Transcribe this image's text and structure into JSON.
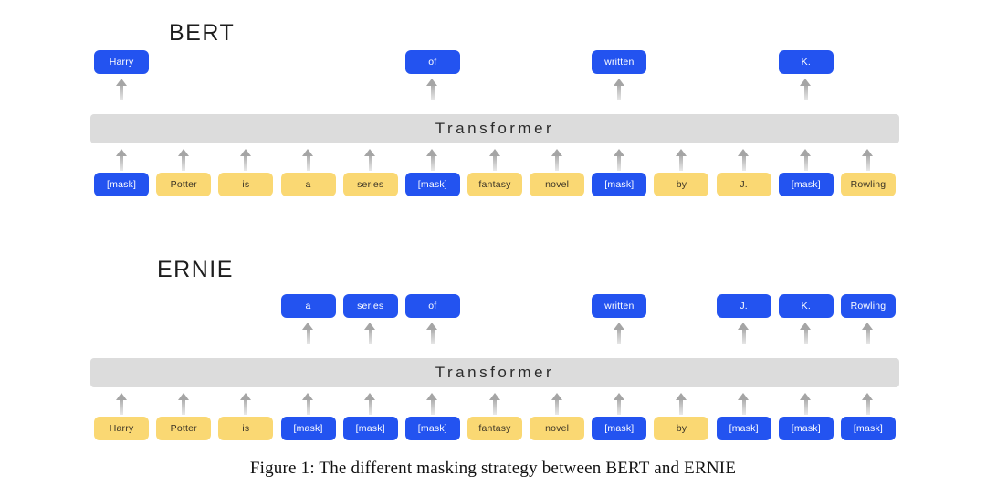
{
  "caption": "Figure 1: The different masking strategy between BERT and ERNIE",
  "transformer_label": "Transformer",
  "colors": {
    "mask_blue": "#2353f0",
    "token_yellow": "#fad873",
    "transformer_gray": "#dcdcdc",
    "arrow_gray": "#a5a5a5",
    "background": "#ffffff"
  },
  "sections": [
    {
      "title": "BERT",
      "transformer_label": "Transformer",
      "predictions": [
        {
          "label": "Harry",
          "column": 1,
          "show": true
        },
        {
          "label": "",
          "column": 2,
          "show": false
        },
        {
          "label": "",
          "column": 3,
          "show": false
        },
        {
          "label": "",
          "column": 4,
          "show": false
        },
        {
          "label": "",
          "column": 5,
          "show": false
        },
        {
          "label": "of",
          "column": 6,
          "show": true
        },
        {
          "label": "",
          "column": 7,
          "show": false
        },
        {
          "label": "",
          "column": 8,
          "show": false
        },
        {
          "label": "written",
          "column": 9,
          "show": true
        },
        {
          "label": "",
          "column": 10,
          "show": false
        },
        {
          "label": "",
          "column": 11,
          "show": false
        },
        {
          "label": "K.",
          "column": 12,
          "show": true
        },
        {
          "label": "",
          "column": 13,
          "show": false
        }
      ],
      "inputs": [
        {
          "label": "[mask]",
          "masked": true
        },
        {
          "label": "Potter",
          "masked": false
        },
        {
          "label": "is",
          "masked": false
        },
        {
          "label": "a",
          "masked": false
        },
        {
          "label": "series",
          "masked": false
        },
        {
          "label": "[mask]",
          "masked": true
        },
        {
          "label": "fantasy",
          "masked": false
        },
        {
          "label": "novel",
          "masked": false
        },
        {
          "label": "[mask]",
          "masked": true
        },
        {
          "label": "by",
          "masked": false
        },
        {
          "label": "J.",
          "masked": false
        },
        {
          "label": "[mask]",
          "masked": true
        },
        {
          "label": "Rowling",
          "masked": false
        }
      ]
    },
    {
      "title": "ERNIE",
      "transformer_label": "Transformer",
      "predictions": [
        {
          "label": "",
          "column": 1,
          "show": false
        },
        {
          "label": "",
          "column": 2,
          "show": false
        },
        {
          "label": "",
          "column": 3,
          "show": false
        },
        {
          "label": "a",
          "column": 4,
          "show": true
        },
        {
          "label": "series",
          "column": 5,
          "show": true
        },
        {
          "label": "of",
          "column": 6,
          "show": true
        },
        {
          "label": "",
          "column": 7,
          "show": false
        },
        {
          "label": "",
          "column": 8,
          "show": false
        },
        {
          "label": "written",
          "column": 9,
          "show": true
        },
        {
          "label": "",
          "column": 10,
          "show": false
        },
        {
          "label": "J.",
          "column": 11,
          "show": true
        },
        {
          "label": "K.",
          "column": 12,
          "show": true
        },
        {
          "label": "Rowling",
          "column": 13,
          "show": true
        }
      ],
      "inputs": [
        {
          "label": "Harry",
          "masked": false
        },
        {
          "label": "Potter",
          "masked": false
        },
        {
          "label": "is",
          "masked": false
        },
        {
          "label": "[mask]",
          "masked": true
        },
        {
          "label": "[mask]",
          "masked": true
        },
        {
          "label": "[mask]",
          "masked": true
        },
        {
          "label": "fantasy",
          "masked": false
        },
        {
          "label": "novel",
          "masked": false
        },
        {
          "label": "[mask]",
          "masked": true
        },
        {
          "label": "by",
          "masked": false
        },
        {
          "label": "[mask]",
          "masked": true
        },
        {
          "label": "[mask]",
          "masked": true
        },
        {
          "label": "[mask]",
          "masked": true
        }
      ]
    }
  ]
}
